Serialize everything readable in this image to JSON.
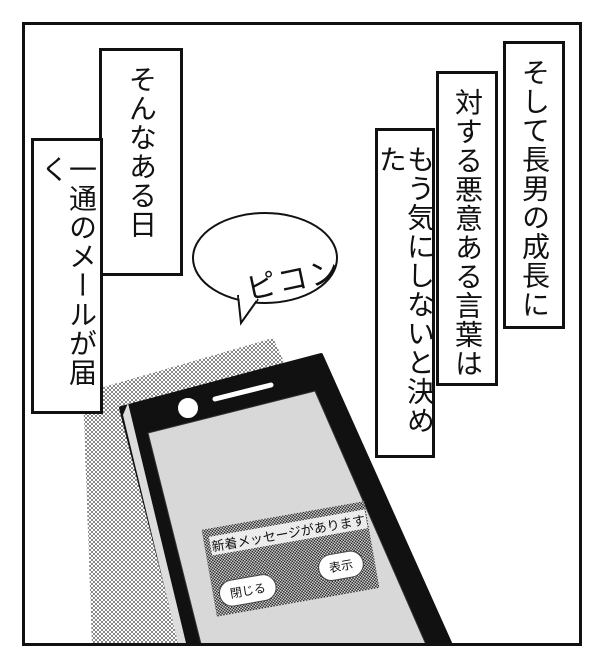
{
  "captions": {
    "line1": "そして長男の成長に",
    "line2": "対する悪意ある言葉は",
    "line3": "もう気にしないと決めた",
    "line4": "そんなある日",
    "line5": "一通のメールが届く"
  },
  "sound_effect": "ピコン",
  "phone": {
    "notification": "新着メッセージがあります",
    "close_label": "閉じる",
    "show_label": "表示"
  }
}
